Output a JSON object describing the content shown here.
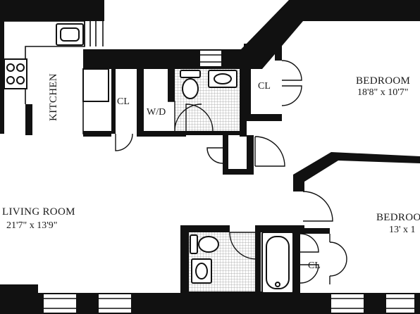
{
  "plan": {
    "rooms": {
      "kitchen": {
        "name": "KITCHEN"
      },
      "closet_hall": {
        "name": "CL"
      },
      "washer_dryer": {
        "name": "W/D"
      },
      "closet_bedroom1": {
        "name": "CL"
      },
      "closet_bedroom2": {
        "name": "CL"
      },
      "bedroom1": {
        "name": "BEDROOM",
        "dims": "18'8\" x 10'7\""
      },
      "bedroom2": {
        "name": "BEDROOM",
        "dims": "13' x 1"
      },
      "living_room": {
        "name": "LIVING ROOM",
        "dims": "21'7\" x 13'9\""
      }
    },
    "colors": {
      "wall": "#111111",
      "floor": "#ffffff",
      "tile": "#cfcfcf"
    },
    "icons": [
      "sink-icon",
      "stove-icon",
      "toilet-icon",
      "bathtub-icon",
      "door-swing-icon"
    ]
  }
}
